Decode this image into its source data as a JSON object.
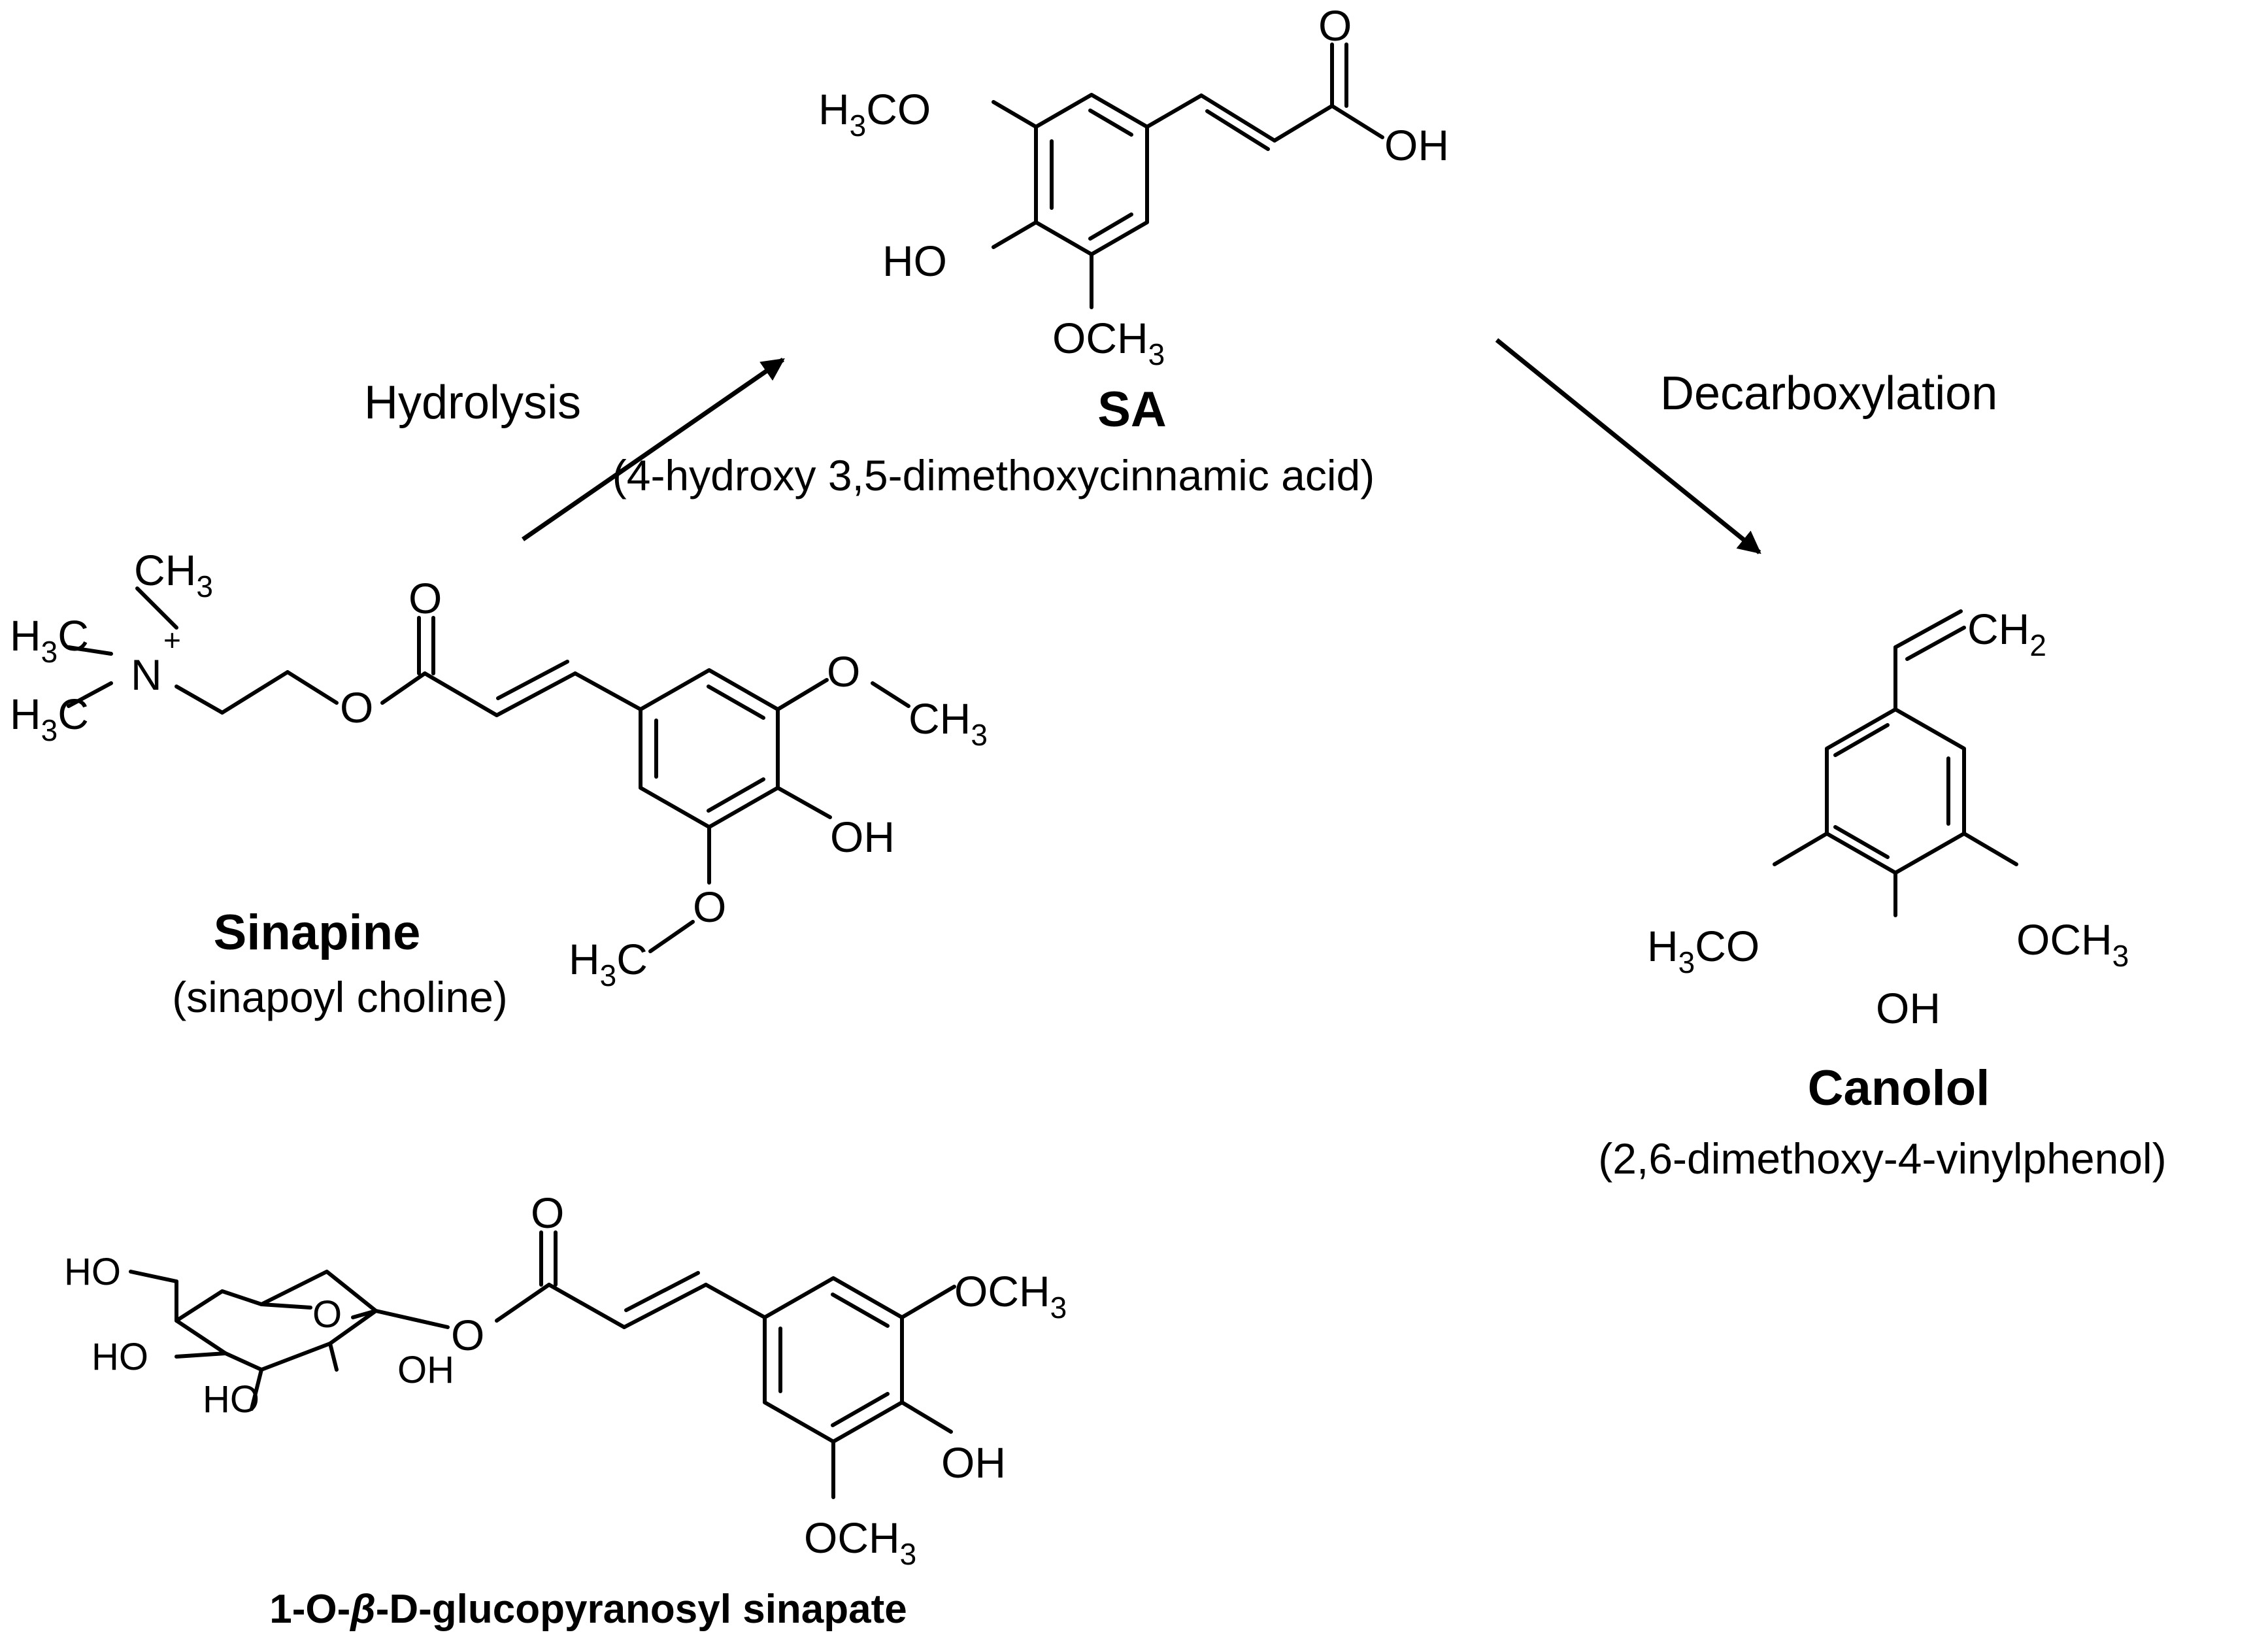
{
  "reactions": {
    "hydrolysis_label": "Hydrolysis",
    "decarboxylation_label": "Decarboxylation"
  },
  "compounds": {
    "sa": {
      "name": "SA",
      "description": "(4-hydroxy 3,5-dimethoxycinnamic acid)"
    },
    "sinapine": {
      "name": "Sinapine",
      "description": "(sinapoyl choline)"
    },
    "canolol": {
      "name": "Canolol",
      "description": "(2,6-dimethoxy-4-vinylphenol)"
    },
    "glucosyl": {
      "name_prefix": "1-O-",
      "name_greek": "β",
      "name_suffix": "-D-glucopyranosyl sinapate"
    }
  },
  "atom_labels": {
    "h3co": "H3CO",
    "och3": "OCH3",
    "oh": "OH",
    "ho": "HO",
    "o": "O",
    "ch3": "CH3",
    "ch2": "CH2",
    "n_plus": "N+",
    "h3c": "H3C"
  }
}
